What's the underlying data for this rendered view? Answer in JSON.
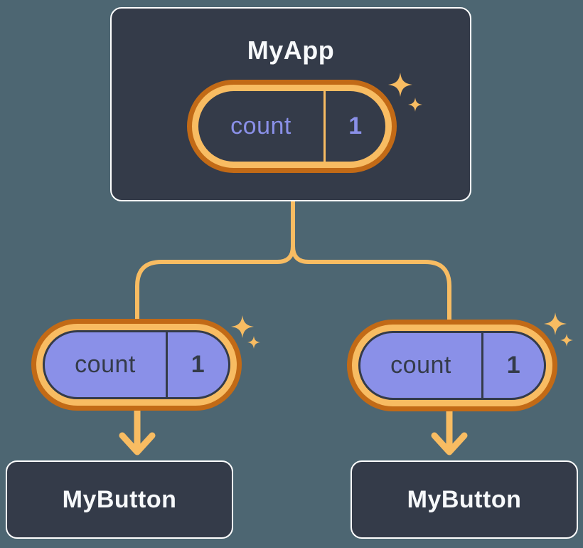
{
  "canvas": {
    "background": "#4D6672"
  },
  "colors": {
    "node_fill": "#343B49",
    "node_border": "#FFFFFF",
    "node_text": "#F7F9FB",
    "pill_ring_outer": "#C26A16",
    "pill_ring_inner": "#F8BC62",
    "pill_fill_parent": "#343B49",
    "pill_fill_child": "#8A90E8",
    "pill_text_parent": "#8A90E8",
    "pill_text_child": "#343B49",
    "connector": "#F8BC62"
  },
  "tree": {
    "root": {
      "name": "MyApp",
      "state": {
        "label": "count",
        "value": "1"
      }
    },
    "children": [
      {
        "name": "MyButton",
        "state": {
          "label": "count",
          "value": "1"
        }
      },
      {
        "name": "MyButton",
        "state": {
          "label": "count",
          "value": "1"
        }
      }
    ]
  }
}
